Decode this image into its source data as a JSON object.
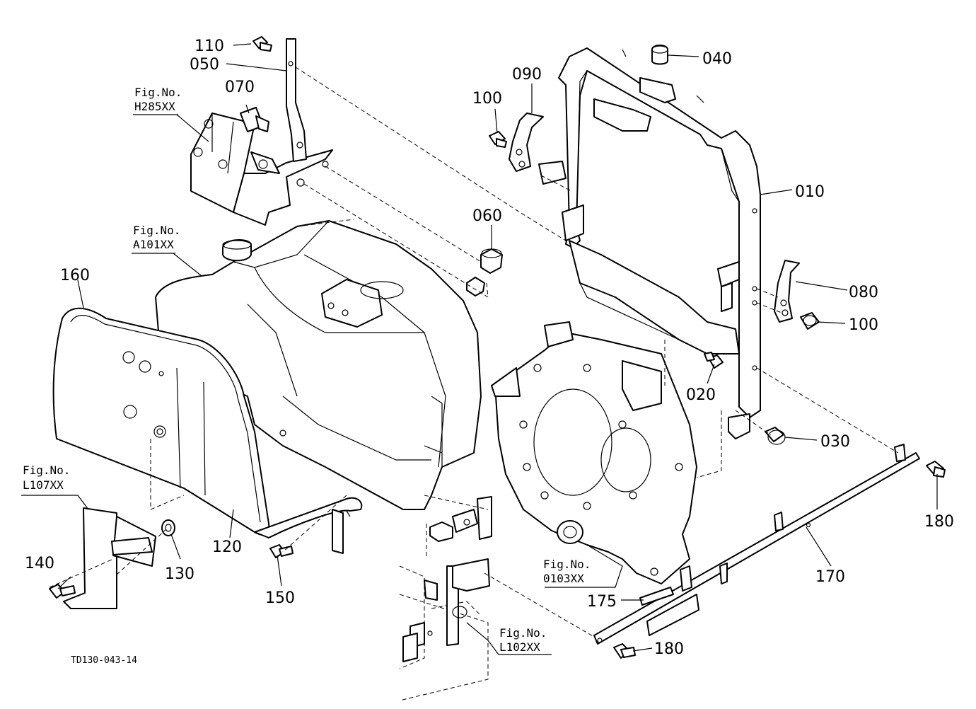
{
  "diagram_code": "TD130-043-14",
  "callouts": {
    "p010": "010",
    "p020": "020",
    "p030": "030",
    "p040": "040",
    "p050": "050",
    "p060": "060",
    "p070": "070",
    "p080": "080",
    "p090": "090",
    "p100a": "100",
    "p100b": "100",
    "p110": "110",
    "p120": "120",
    "p130": "130",
    "p140": "140",
    "p150": "150",
    "p160": "160",
    "p170": "170",
    "p175": "175",
    "p180a": "180",
    "p180b": "180"
  },
  "fig_refs": {
    "h285": {
      "label": "Fig.No.",
      "code": "H285XX"
    },
    "a101": {
      "label": "Fig.No.",
      "code": "A101XX"
    },
    "l107": {
      "label": "Fig.No.",
      "code": "L107XX"
    },
    "o103": {
      "label": "Fig.No.",
      "code": "0103XX"
    },
    "l102": {
      "label": "Fig.No.",
      "code": "L102XX"
    }
  }
}
